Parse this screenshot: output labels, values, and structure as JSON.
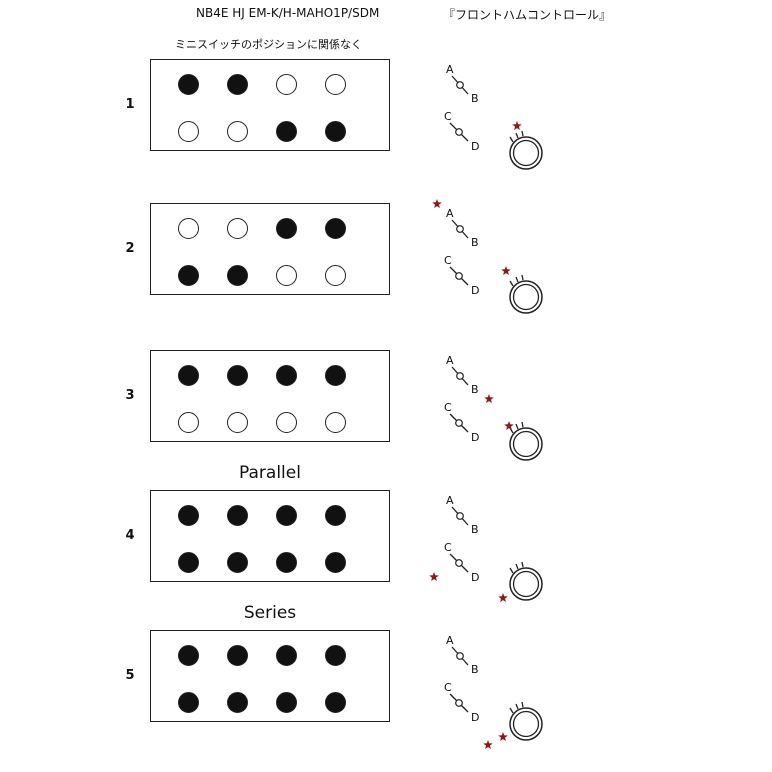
{
  "header": {
    "model": "NB4E HJ EM-K/H-MAHO1P/SDM",
    "control": "『フロントハムコントロール』"
  },
  "note": "ミニスイッチのポジションに関係なく",
  "colors": {
    "star": "#8b1a1a",
    "on": "#111111",
    "off": "#ffffff",
    "line": "#222222"
  },
  "rows": [
    {
      "num": "1",
      "label": "",
      "top": [
        true,
        true,
        false,
        false
      ],
      "bottom": [
        false,
        false,
        true,
        true
      ],
      "stars": [
        "knob"
      ]
    },
    {
      "num": "2",
      "label": "",
      "top": [
        false,
        false,
        true,
        true
      ],
      "bottom": [
        true,
        true,
        false,
        false
      ],
      "stars": [
        "A",
        "knob"
      ]
    },
    {
      "num": "3",
      "label": "",
      "top": [
        true,
        true,
        true,
        true
      ],
      "bottom": [
        false,
        false,
        false,
        false
      ],
      "stars": [
        "B",
        "knob"
      ]
    },
    {
      "num": "4",
      "label": "Parallel",
      "top": [
        true,
        true,
        true,
        true
      ],
      "bottom": [
        true,
        true,
        true,
        true
      ],
      "stars": [
        "C",
        "knob"
      ]
    },
    {
      "num": "5",
      "label": "Series",
      "top": [
        true,
        true,
        true,
        true
      ],
      "bottom": [
        true,
        true,
        true,
        true
      ],
      "stars": [
        "D",
        "knob"
      ]
    }
  ],
  "switch_letters": [
    "A",
    "B",
    "C",
    "D"
  ]
}
